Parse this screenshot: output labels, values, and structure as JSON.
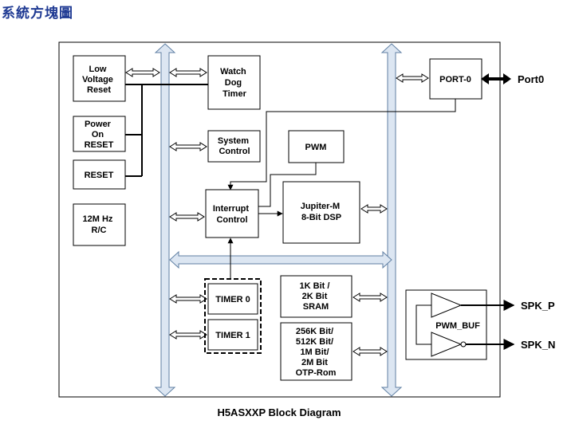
{
  "page_heading": "系統方塊圖",
  "caption": "H5ASXXP Block Diagram",
  "blocks": {
    "low_voltage_reset": [
      "Low",
      "Voltage",
      "Reset"
    ],
    "power_on_reset": [
      "Power",
      "On",
      "RESET"
    ],
    "reset": [
      "RESET"
    ],
    "rc_oscillator": [
      "12M Hz",
      "R/C"
    ],
    "watch_dog_timer": [
      "Watch",
      "Dog",
      "Timer"
    ],
    "system_control": [
      "System",
      "Control"
    ],
    "pwm": [
      "PWM"
    ],
    "interrupt_control": [
      "Interrupt",
      "Control"
    ],
    "jupiter_dsp": [
      "Jupiter-M",
      "8-Bit DSP"
    ],
    "timer0": [
      "TIMER 0"
    ],
    "timer1": [
      "TIMER 1"
    ],
    "sram": [
      "1K Bit /",
      "2K Bit",
      "SRAM"
    ],
    "otp_rom": [
      "256K Bit/",
      "512K Bit/",
      "1M Bit/",
      "2M Bit",
      "OTP-Rom"
    ],
    "port0": [
      "PORT-0"
    ],
    "pwm_buf": [
      "PWM_BUF"
    ]
  },
  "external_pins": {
    "port0": "Port0",
    "spk_p": "SPK_P",
    "spk_n": "SPK_N"
  }
}
